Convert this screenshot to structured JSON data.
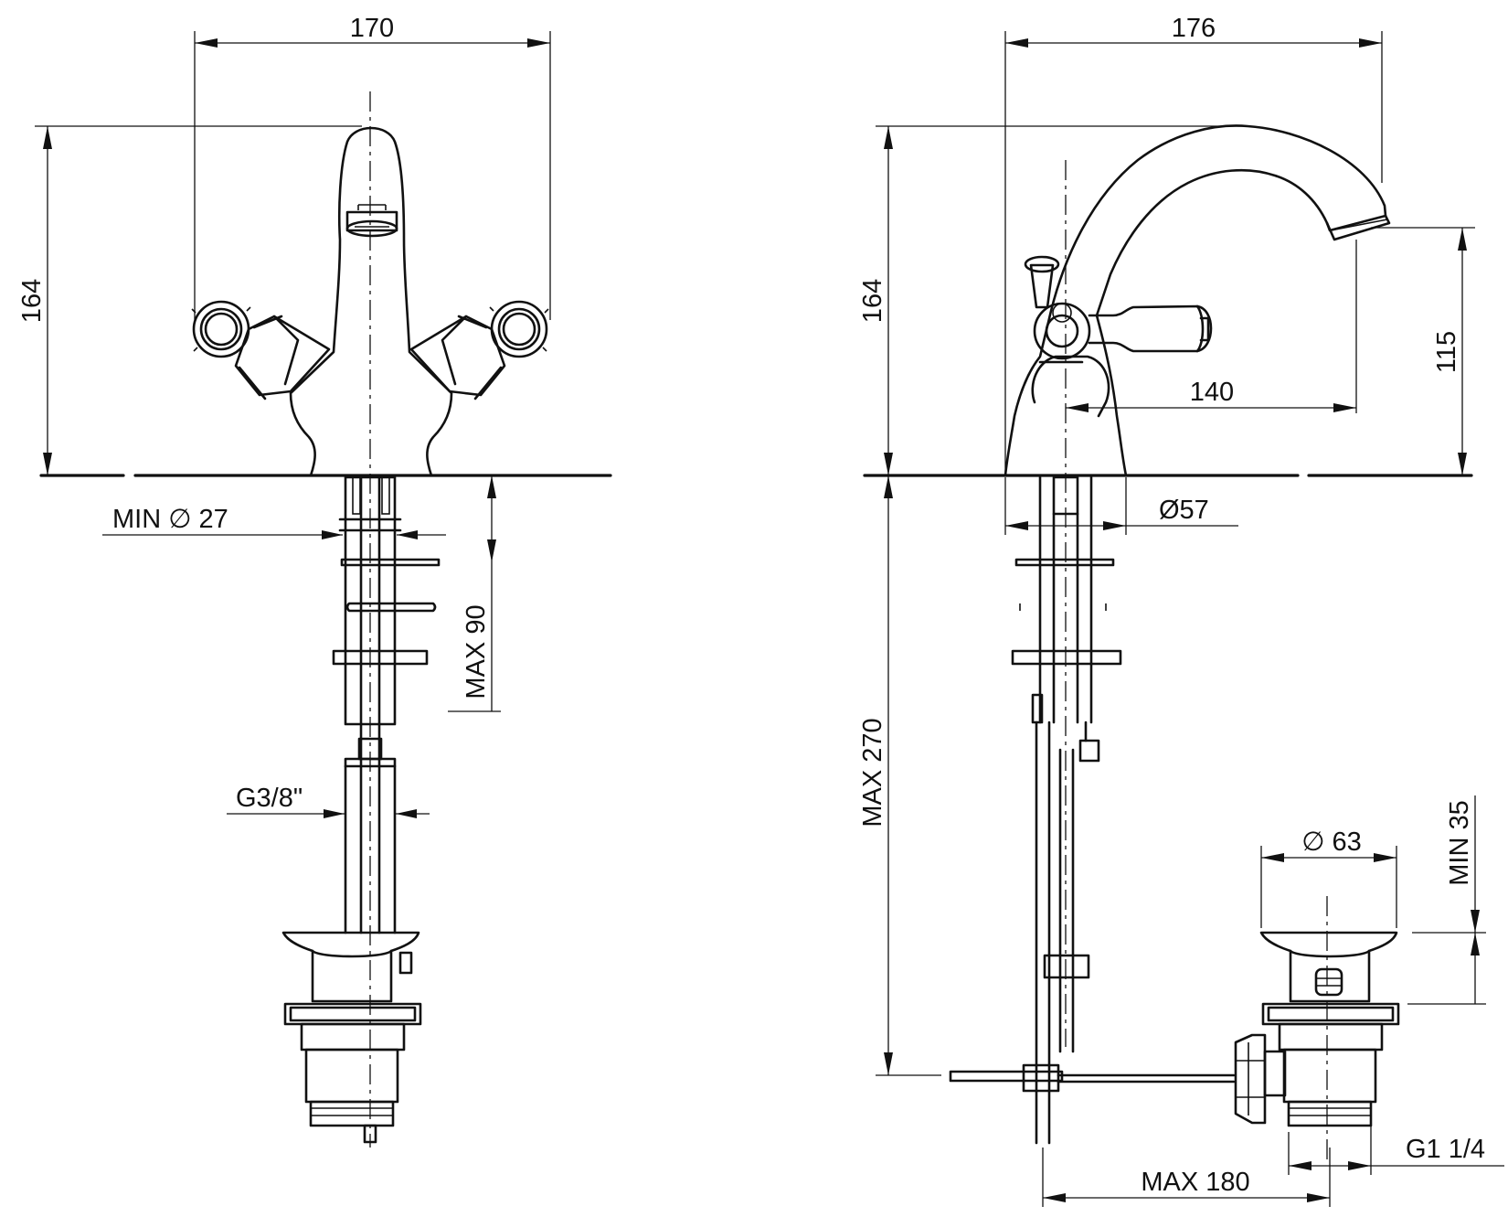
{
  "dimensions": {
    "front_width": "170",
    "front_height": "164",
    "min_hole": "MIN ∅ 27",
    "max_deck": "MAX 90",
    "connection": "G3/8\"",
    "side_width": "176",
    "side_height": "164",
    "spout_reach": "140",
    "spout_height": "115",
    "base_diameter": "Ø57",
    "max_rod": "MAX 270",
    "waste_diameter": "∅ 63",
    "min_waste": "MIN 35",
    "waste_thread": "G1 1/4",
    "max_180": "MAX 180"
  },
  "colors": {
    "line": "#111111",
    "background": "#ffffff"
  }
}
